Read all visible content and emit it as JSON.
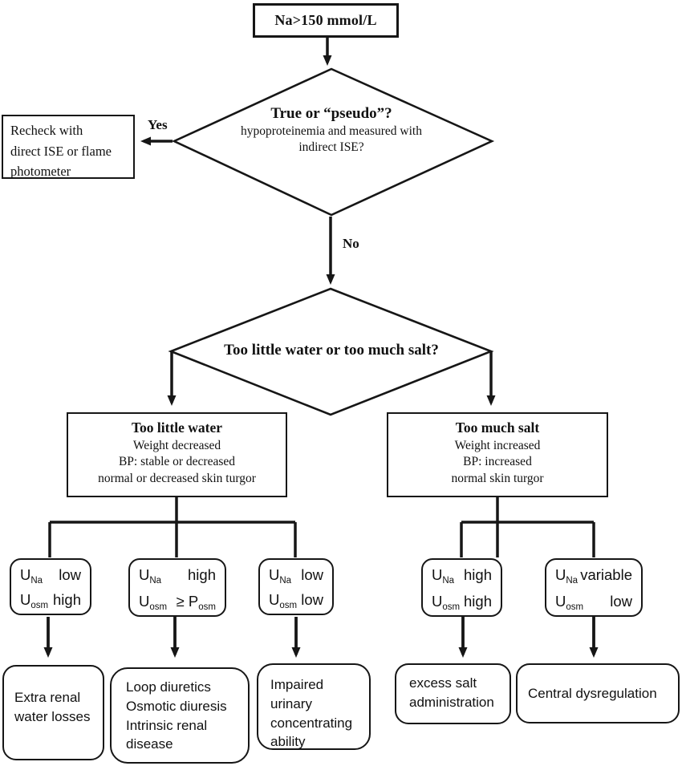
{
  "colors": {
    "ink": "#161616",
    "background": "#ffffff"
  },
  "start": {
    "label": "Na>150 mmol/L"
  },
  "decision1": {
    "title": "True or “pseudo”?",
    "sub_line1": "hypoproteinemia and measured with",
    "sub_line2": "indirect ISE?"
  },
  "edges": {
    "yes": "Yes",
    "no": "No"
  },
  "recheck": {
    "line1": "Recheck with",
    "line2": "direct ISE or flame",
    "line3": "photometer"
  },
  "decision2": {
    "title": "Too little water or too much salt?"
  },
  "branch_left": {
    "title": "Too little water",
    "line1": "Weight decreased",
    "line2": "BP: stable or decreased",
    "line3": "normal or decreased skin turgor"
  },
  "branch_right": {
    "title": "Too much salt",
    "line1": "Weight increased",
    "line2": "BP: increased",
    "line3": "normal skin turgor"
  },
  "uboxes": [
    {
      "l1": {
        "s": "U",
        "sub": "Na",
        "text": "low"
      },
      "l2": {
        "s": "U",
        "sub": "osm",
        "text": "high"
      }
    },
    {
      "l1": {
        "s": "U",
        "sub": "Na",
        "text": "high"
      },
      "l2": {
        "s": "U",
        "sub": "osm",
        "text": "≥ P",
        "sub2": "osm"
      }
    },
    {
      "l1": {
        "s": "U",
        "sub": "Na",
        "text": "low"
      },
      "l2": {
        "s": "U",
        "sub": "osm",
        "text": "low"
      }
    },
    {
      "l1": {
        "s": "U",
        "sub": "Na",
        "text": "high"
      },
      "l2": {
        "s": "U",
        "sub": "osm",
        "text": "high"
      }
    },
    {
      "l1": {
        "s": "U",
        "sub": "Na",
        "text": "variable"
      },
      "l2": {
        "s": "U",
        "sub": "osm",
        "text": "low"
      }
    }
  ],
  "outcomes": [
    {
      "lines": [
        "Extra renal",
        "water losses"
      ]
    },
    {
      "lines": [
        "Loop diuretics",
        "Osmotic diuresis",
        "Intrinsic renal",
        "disease"
      ]
    },
    {
      "lines": [
        "Impaired",
        "urinary",
        "concentrating",
        "ability"
      ]
    },
    {
      "lines": [
        "excess salt",
        "administration"
      ]
    },
    {
      "lines": [
        "Central dysregulation"
      ]
    }
  ]
}
